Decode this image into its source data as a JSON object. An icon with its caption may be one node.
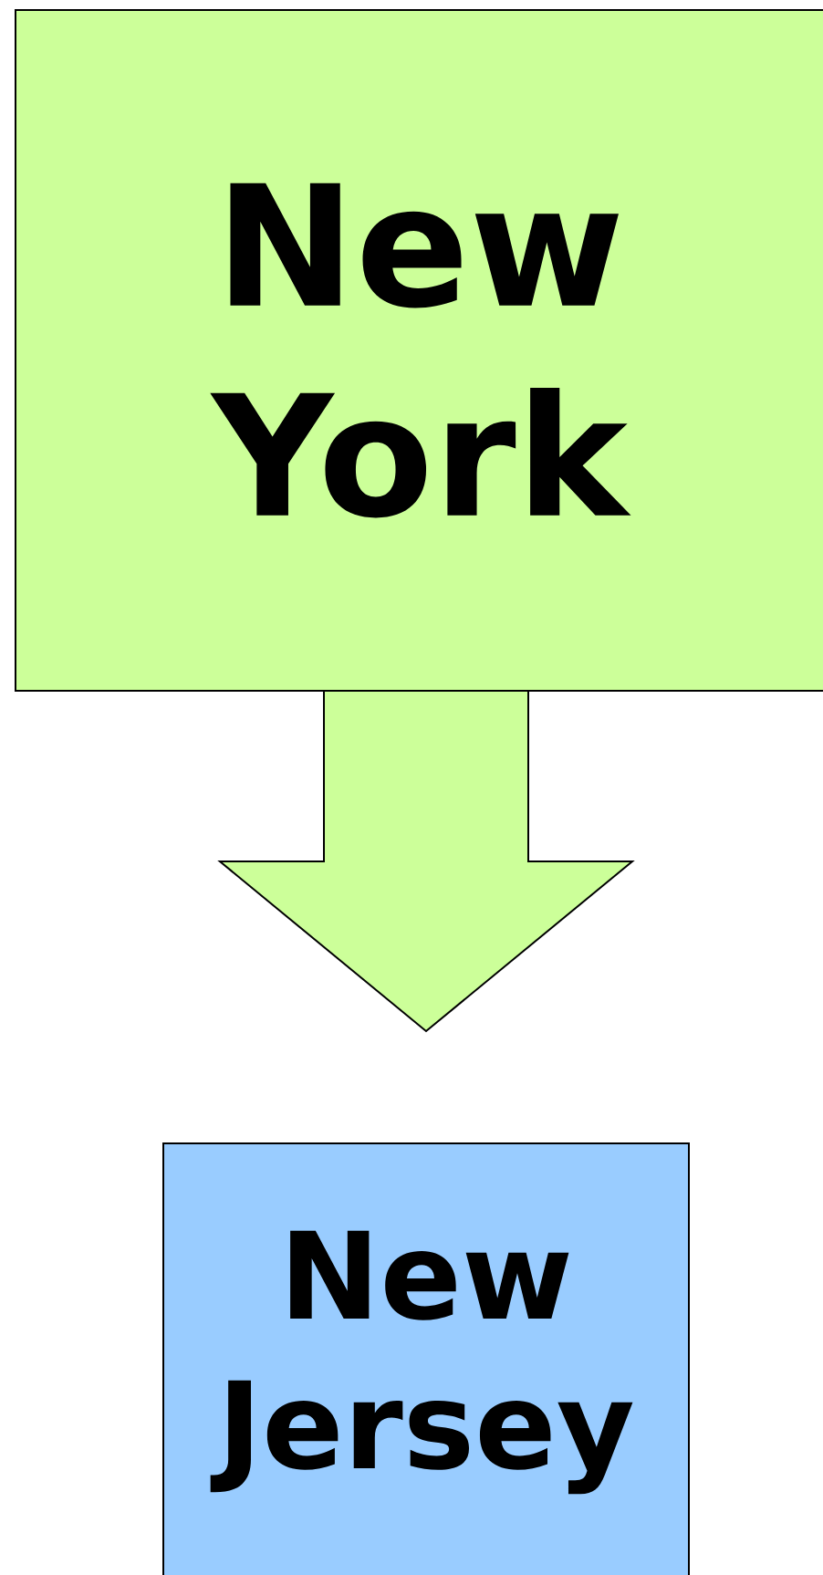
{
  "diagram": {
    "nodes": [
      {
        "text": [
          "New York"
        ]
      },
      {
        "text": [
          "New Jersey"
        ]
      }
    ],
    "edges": [
      {
        "from": 0,
        "to": 1,
        "arrow": "to"
      }
    ]
  }
}
